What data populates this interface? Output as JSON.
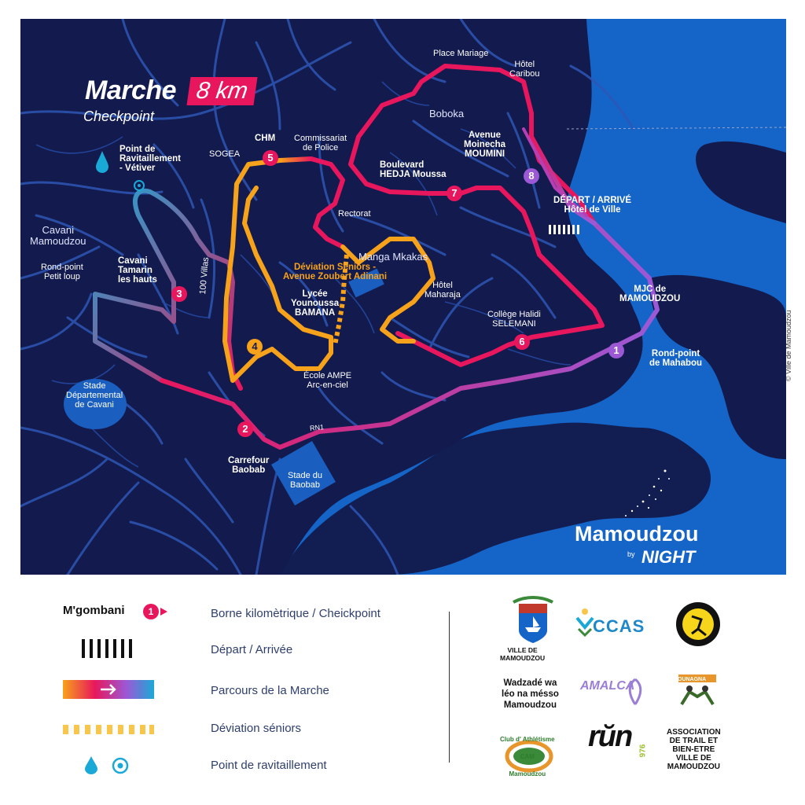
{
  "header": {
    "title": "Marche",
    "distance": "8 km",
    "subtitle": "Checkpoint"
  },
  "checkpoints": [
    {
      "number": "1",
      "color": "#9b59d6"
    },
    {
      "number": "2",
      "color": "#e8175d"
    },
    {
      "number": "3",
      "color": "#e8175d"
    },
    {
      "number": "4",
      "color": "#f7a21b"
    },
    {
      "number": "5",
      "color": "#e8175d"
    },
    {
      "number": "6",
      "color": "#e8175d"
    },
    {
      "number": "7",
      "color": "#e8175d"
    },
    {
      "number": "8",
      "color": "#9b59d6"
    }
  ],
  "places": {
    "place_mariage": "Place Mariage",
    "hotel_caribou": "Hôtel\nCaribou",
    "boboka": "Boboka",
    "chm": "CHM",
    "commissariat": "Commissariat\nde Police",
    "sogea": "SOGEA",
    "ravitaillement": "Point de\nRavitaillement\n- Vétiver",
    "boulevard": "Boulevard\nHEDJA Moussa",
    "avenue": "Avenue\nMoinecha\nMOUMINI",
    "depart": "DÉPART / ARRIVÉ\nHôtel de Ville",
    "cavani_mamoudzou": "Cavani\nMamoudzou",
    "rond_point_petit_loup": "Rond-point\nPetit loup",
    "cavani_tamarin": "Cavani\nTamarin\nles hauts",
    "rectorat": "Rectorat",
    "manga_mkakas": "Manga Mkakas",
    "deviation": "Déviation Séniors -\nAvenue Zoubert Adinani",
    "lycee": "Lycée\nYounoussa\nBAMANA",
    "hotel_maharaja": "Hôtel\nMaharaja",
    "mjc": "MJC de\nMAMOUDZOU",
    "college": "Collège Halidi\nSELEMANI",
    "rond_point_mahabou": "Rond-point\nde Mahabou",
    "villas": "100 Villas",
    "ecole": "École AMPE\nArc-en-ciel",
    "stade_cavani": "Stade\nDépartemental\nde Cavani",
    "rn1": "RN1",
    "carrefour": "Carrefour\nBaobab",
    "stade_baobab": "Stade du\nBaobab"
  },
  "brand": {
    "name": "Mamoudzou",
    "by": "by",
    "night": "NIGHT"
  },
  "credit": "© Ville de Mamoudzou",
  "legend": {
    "mgombani": "M'gombani",
    "items": [
      {
        "label": "Borne kilomètrique / Cheickpoint",
        "icon": "checkpoint-icon"
      },
      {
        "label": "Départ / Arrivée",
        "icon": "start-finish-icon"
      },
      {
        "label": "Parcours de la Marche",
        "icon": "route-gradient-icon"
      },
      {
        "label": "Déviation séniors",
        "icon": "dashed-deviation-icon"
      },
      {
        "label": "Point de ravitaillement",
        "icon": "water-drop-icon"
      }
    ]
  },
  "partners": {
    "ville": "VILLE DE\nMAMOUDZOU",
    "ccas": "CCAS",
    "wadzade": "Wadzadé wa\nléo na mésso\nMamoudzou",
    "amalca": "AMALCA",
    "club": "Club d' Athlétisme\nCAM\nMamoudzou",
    "run": "rŭn",
    "run_num": "976",
    "association": "ASSOCIATION\nDE TRAIL ET\nBIEN-ETRE\nVILLE DE\nMAMOUDZOU",
    "ounagna": "OUNAGNA"
  },
  "colors": {
    "map_bg": "#131a4d",
    "sea": "#1565c8",
    "road": "#2e56b5",
    "pink": "#e8175d",
    "orange": "#f7a21b",
    "purple": "#9b59d6"
  }
}
